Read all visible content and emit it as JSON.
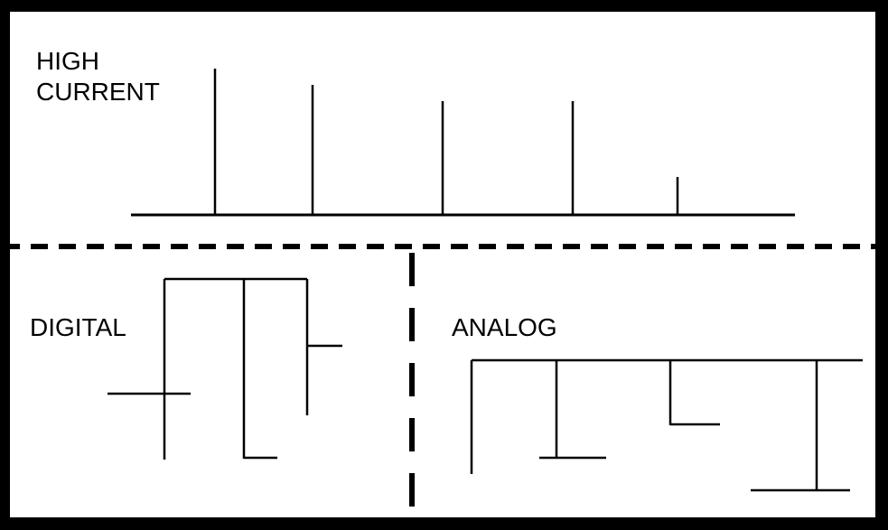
{
  "diagram": {
    "title": "PCB ground partitioning layout",
    "colors": {
      "frame": "#000000",
      "background": "#ffffff",
      "trace": "#000000"
    },
    "zones": [
      {
        "id": "high-current",
        "label_lines": [
          "HIGH",
          "CURRENT"
        ]
      },
      {
        "id": "digital",
        "label_lines": [
          "DIGITAL"
        ]
      },
      {
        "id": "analog",
        "label_lines": [
          "ANALOG"
        ]
      }
    ]
  }
}
